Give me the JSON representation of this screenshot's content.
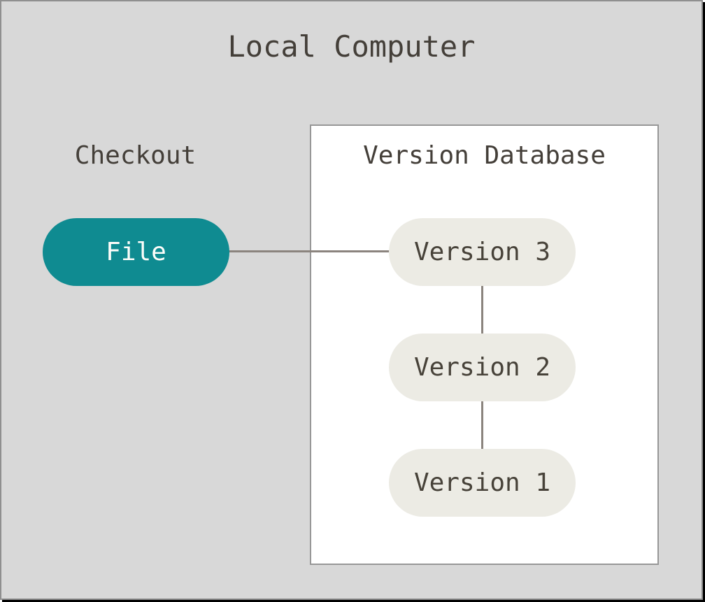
{
  "diagram": {
    "title": "Local Computer",
    "checkout": {
      "label": "Checkout"
    },
    "file_node": {
      "label": "File"
    },
    "version_database": {
      "title": "Version Database",
      "versions": [
        {
          "label": "Version 3"
        },
        {
          "label": "Version 2"
        },
        {
          "label": "Version 1"
        }
      ]
    },
    "connections": [
      {
        "from": "File",
        "to": "Version 3",
        "direction": "horizontal"
      },
      {
        "from": "Version 3",
        "to": "Version 2",
        "direction": "vertical"
      },
      {
        "from": "Version 2",
        "to": "Version 1",
        "direction": "vertical"
      }
    ],
    "colors": {
      "canvas_background": "#d8d8d8",
      "canvas_border": "#8f8f8f",
      "outer_shadow": "#000000",
      "title_text": "#443f39",
      "file_pill_background": "#0f8b91",
      "file_pill_text": "#fdfdfa",
      "version_pill_background": "#ecebe4",
      "version_pill_text": "#474239",
      "database_box_background": "#ffffff",
      "database_box_border": "#979797",
      "connector_line": "#8b847e"
    }
  }
}
